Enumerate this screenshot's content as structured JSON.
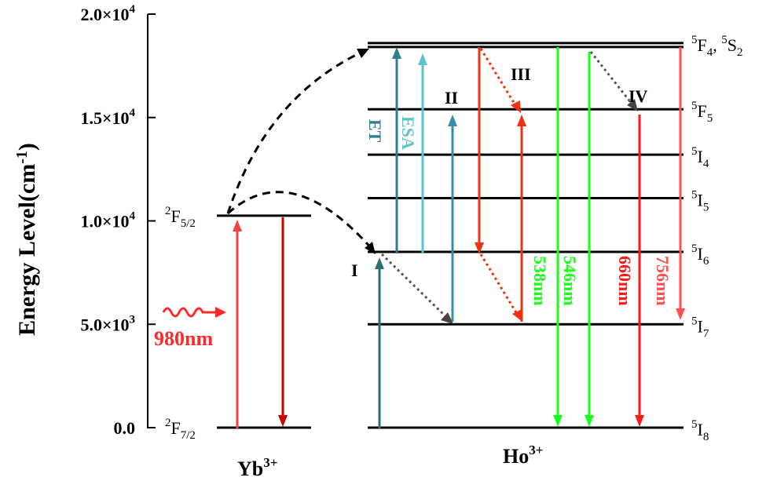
{
  "axis": {
    "ylabel": "Energy Level(cm",
    "ylabel_sup": "-1",
    "ylabel_close": ")",
    "ticks": [
      {
        "value": 0,
        "mant": "0.0",
        "exp": ""
      },
      {
        "value": 5000,
        "mant": "5.0×10",
        "exp": "3"
      },
      {
        "value": 10000,
        "mant": "1.0×10",
        "exp": "4"
      },
      {
        "value": 15000,
        "mant": "1.5×10",
        "exp": "4"
      },
      {
        "value": 20000,
        "mant": "2.0×10",
        "exp": "4"
      }
    ],
    "range": [
      0,
      20000
    ]
  },
  "ions": {
    "yb": {
      "name": "Yb",
      "charge": "3+"
    },
    "ho": {
      "name": "Ho",
      "charge": "3+"
    }
  },
  "yb_levels": {
    "ground": {
      "sup": "2",
      "main": "F",
      "sub": "7/2",
      "energy": 0
    },
    "excited": {
      "sup": "2",
      "main": "F",
      "sub": "5/2",
      "energy": 10250
    }
  },
  "ho_levels": [
    {
      "id": "5I8",
      "sup": "5",
      "main": "I",
      "sub": "8",
      "energy": 0
    },
    {
      "id": "5I7",
      "sup": "5",
      "main": "I",
      "sub": "7",
      "energy": 5000
    },
    {
      "id": "5I6",
      "sup": "5",
      "main": "I",
      "sub": "6",
      "energy": 8500
    },
    {
      "id": "5I5",
      "sup": "5",
      "main": "I",
      "sub": "5",
      "energy": 11100
    },
    {
      "id": "5I4",
      "sup": "5",
      "main": "I",
      "sub": "4",
      "energy": 13200
    },
    {
      "id": "5F5",
      "sup": "5",
      "main": "F",
      "sub": "5",
      "energy": 15400
    },
    {
      "id": "5F4_5S2",
      "sup": "5",
      "main": "F",
      "sub": "4",
      "sup2": "5",
      "main2": "S",
      "sub2": "2",
      "energy": 18600
    }
  ],
  "excitation": {
    "label": "980nm",
    "color": "#ff2a2a"
  },
  "processes": {
    "et": {
      "label": "ET",
      "color": "#2e7f8e"
    },
    "esa": {
      "label": "ESA",
      "color": "#5bc5c9"
    }
  },
  "steps": [
    "I",
    "II",
    "III",
    "IV"
  ],
  "emissions": [
    {
      "label": "538nm",
      "color": "#1aff1a"
    },
    {
      "label": "546nm",
      "color": "#1aff1a"
    },
    {
      "label": "660nm",
      "color": "#ff1a1a"
    },
    {
      "label": "756nm",
      "color": "#ff5050"
    }
  ],
  "colors": {
    "dark_teal": "#2b6f73",
    "teal": "#2e7f8e",
    "light_teal": "#5bc5c9",
    "mid_blue": "#3a8ca8",
    "orange_red": "#ee3311",
    "green": "#1aff1a",
    "red": "#ff1a1a",
    "pale_red": "#ff5050",
    "dark_red": "#cc0000",
    "gray": "#555555"
  }
}
